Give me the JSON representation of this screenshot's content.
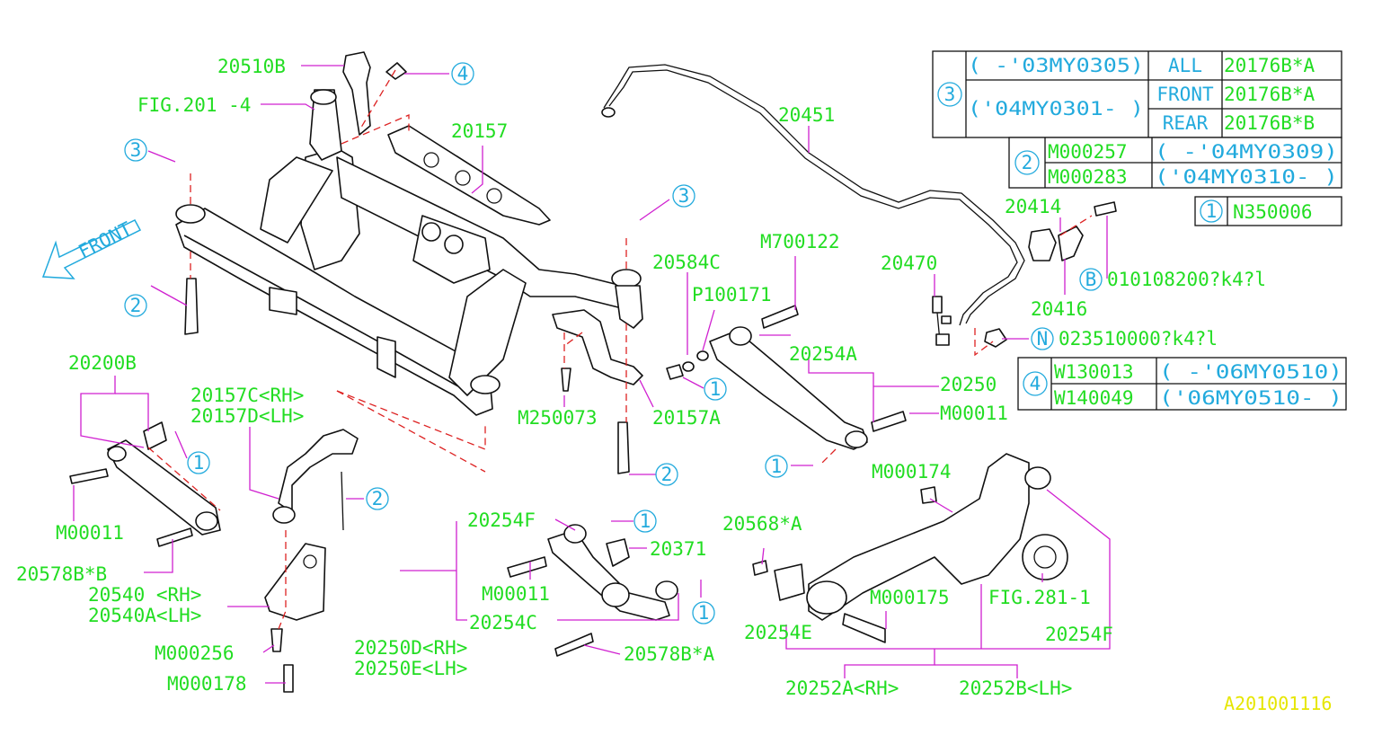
{
  "callouts": {
    "c20510B": "20510B",
    "fig201": "FIG.201 -4",
    "c20157": "20157",
    "c20451": "20451",
    "c20414": "20414",
    "c20416": "20416",
    "c20470": "20470",
    "cM700122": "M700122",
    "c20584C": "20584C",
    "cP100171": "P100171",
    "c20254A": "20254A",
    "c20250": "20250",
    "cM00011a": "M00011",
    "c20157A": "20157A",
    "cM250073": "M250073",
    "c20200B": "20200B",
    "c20157C": "20157C<RH>",
    "c20157D": "20157D<LH>",
    "cM00011b": "M00011",
    "c20578BB": "20578B*B",
    "c20540": "20540 <RH>",
    "c20540A": "20540A<LH>",
    "cM000256": "M000256",
    "cM000178": "M000178",
    "c20254F1": "20254F",
    "c20371": "20371",
    "cM00011c": "M00011",
    "c20254C": "20254C",
    "c20250D": "20250D<RH>",
    "c20250E": "20250E<LH>",
    "c20578BA": "20578B*A",
    "c20568A": "20568*A",
    "cM000174": "M000174",
    "cM000175": "M000175",
    "c20254E": "20254E",
    "fig281": "FIG.281-1",
    "c20254F2": "20254F",
    "c20252A": "20252A<RH>",
    "c20252B": "20252B<LH>",
    "front": "FRONT",
    "bolt_b": "010108200?k4?l",
    "nut_n": "023510000?k4?l",
    "ref_code": "A201001116"
  },
  "refs": {
    "one": "1",
    "two": "2",
    "three": "3",
    "four": "4",
    "b": "B",
    "n": "N"
  },
  "table3": {
    "key": "3",
    "rows": [
      {
        "range": "( -'03MY0305)",
        "type": "ALL",
        "part": "20176B*A"
      },
      {
        "range": "('04MY0301- )",
        "type": "FRONT",
        "part": "20176B*A"
      },
      {
        "range": "",
        "type": "REAR",
        "part": "20176B*B"
      }
    ]
  },
  "table2": {
    "key": "2",
    "rows": [
      {
        "part": "M000257",
        "range": "( -'04MY0309)"
      },
      {
        "part": "M000283",
        "range": "('04MY0310- )"
      }
    ]
  },
  "table1": {
    "key": "1",
    "part": "N350006"
  },
  "table4": {
    "key": "4",
    "rows": [
      {
        "part": "W130013",
        "range": "( -'06MY0510)"
      },
      {
        "part": "W140049",
        "range": "('06MY0510- )"
      }
    ]
  }
}
